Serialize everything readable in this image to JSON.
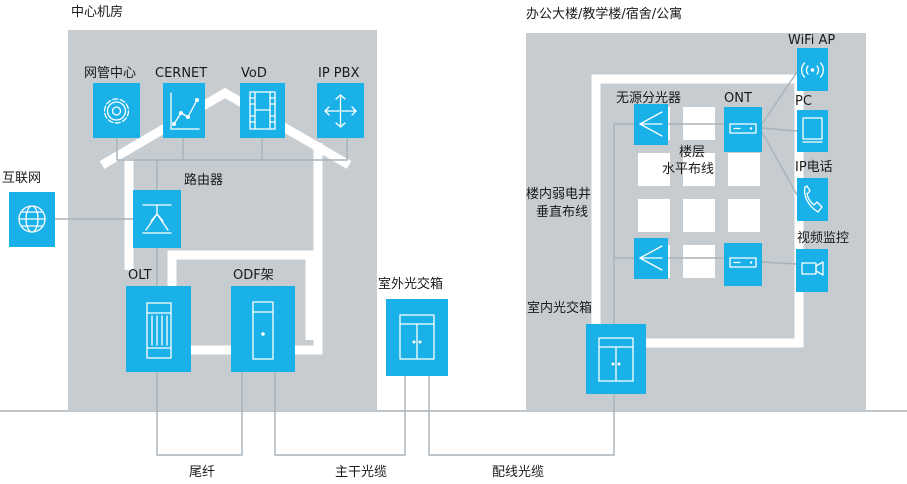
{
  "regions": {
    "datacenter": "中心机房",
    "office": "办公大楼/教学楼/宿舍/公寓"
  },
  "nodes": {
    "internet": "互联网",
    "netmgmt": "网管中心",
    "cernet": "CERNET",
    "vod": "VoD",
    "ippbx": "IP PBX",
    "router": "路由器",
    "olt": "OLT",
    "odf": "ODF架",
    "outdoor_box": "室外光交箱",
    "indoor_box": "室内光交箱",
    "splitter": "无源分光器",
    "ont": "ONT",
    "wifi_ap": "WiFi AP",
    "pc": "PC",
    "ip_phone": "IP电话",
    "cctv": "视频监控"
  },
  "cabling": {
    "floor_line1": "楼层",
    "floor_line2": "水平布线",
    "riser_line1": "楼内弱电井",
    "riser_line2": "垂直布线",
    "pigtail": "尾纤",
    "trunk": "主干光缆",
    "distribution": "配线光缆"
  },
  "colors": {
    "accent": "#1ab0e8",
    "region_bg": "#c7ccd1",
    "line": "#a9b2ba"
  },
  "icons": {
    "internet": "globe-icon",
    "netmgmt": "gear-icon",
    "cernet": "network-graph-icon",
    "vod": "film-icon",
    "ippbx": "cross-arrows-icon",
    "router": "router-arrows-icon",
    "olt": "olt-rack-icon",
    "odf": "odf-cabinet-icon",
    "outdoor_box": "cabinet-icon",
    "indoor_box": "cabinet-icon",
    "splitter": "splitter-icon",
    "ont": "modem-icon",
    "wifi_ap": "wifi-signal-icon",
    "pc": "monitor-icon",
    "ip_phone": "phone-icon",
    "cctv": "camera-icon"
  }
}
